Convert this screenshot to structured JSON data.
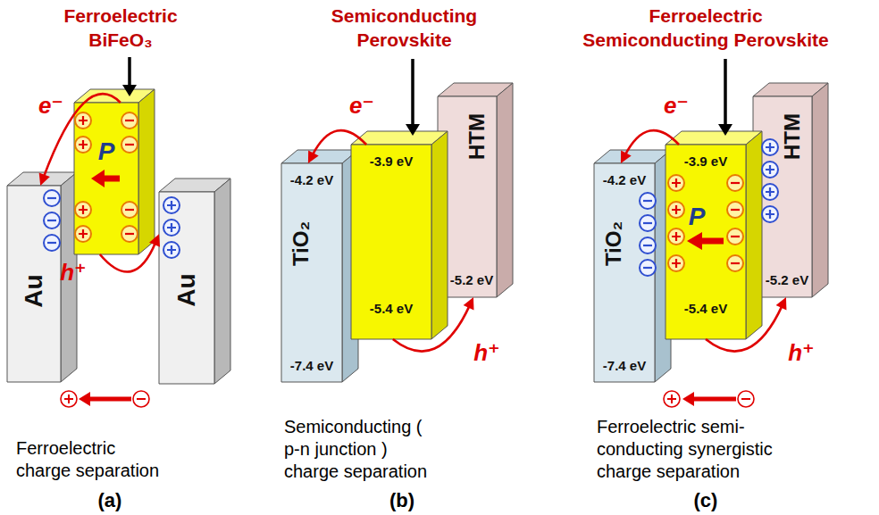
{
  "diagram": {
    "nodes": [
      {
        "text": [
          "Au"
        ]
      },
      {
        "text": [
          "P"
        ]
      },
      {
        "text": [
          "Au"
        ]
      },
      {
        "text": [
          "-4.2 eV",
          "TiO₂",
          "-7.4 eV"
        ]
      },
      {
        "text": [
          "-3.9 eV",
          "-5.4 eV"
        ]
      },
      {
        "text": [
          "HTM",
          "-5.2 eV"
        ]
      },
      {
        "text": [
          "-4.2 eV",
          "TiO₂",
          "-7.4 eV"
        ]
      },
      {
        "text": [
          "-3.9 eV",
          "P",
          "-5.4 eV"
        ]
      },
      {
        "text": [
          "HTM",
          "-5.2 eV"
        ]
      }
    ],
    "edges": [
      {
        "from": 1,
        "to": 0,
        "label": "e⁻",
        "arrow": "to"
      },
      {
        "from": 1,
        "to": 2,
        "label": "h⁺",
        "arrow": "to"
      },
      {
        "from": 4,
        "to": 3,
        "label": "e⁻",
        "arrow": "to"
      },
      {
        "from": 4,
        "to": 5,
        "label": "h⁺",
        "arrow": "to"
      },
      {
        "from": 7,
        "to": 6,
        "label": "e⁻",
        "arrow": "to"
      },
      {
        "from": 7,
        "to": 8,
        "label": "h⁺",
        "arrow": "to"
      }
    ],
    "labels": [
      "Ferroelectric BiFeO₃",
      "Semiconducting Perovskite",
      "Ferroelectric Semiconducting Perovskite",
      "Ferroelectric charge separation",
      "Semiconducting ( p-n junction ) charge separation",
      "Ferroelectric semi-conducting synergistic charge separation",
      "(a)",
      "(b)",
      "(c)"
    ]
  }
}
